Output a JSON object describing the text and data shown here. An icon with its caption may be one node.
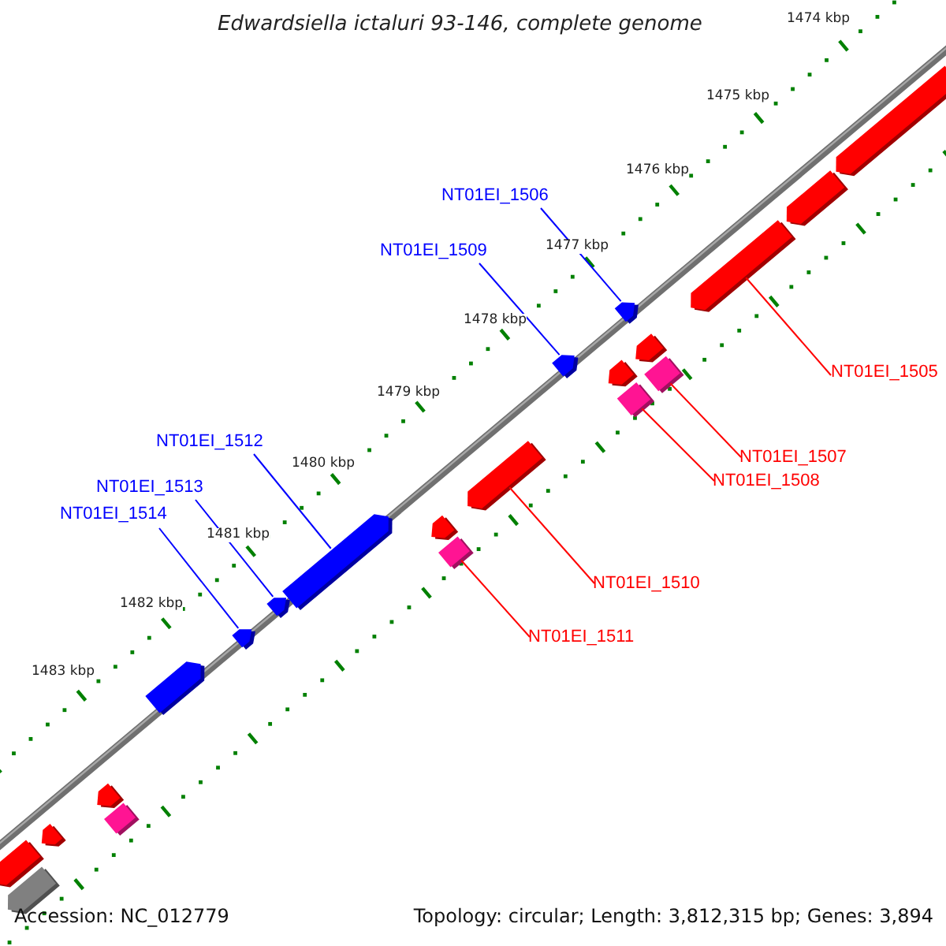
{
  "diagram": {
    "title": "Edwardsiella ictaluri 93-146, complete genome",
    "nodes": [
      {
        "text": [
          "NT01EI_1506"
        ]
      },
      {
        "text": [
          "NT01EI_1509"
        ]
      },
      {
        "text": [
          "NT01EI_1505"
        ]
      },
      {
        "text": [
          "NT01EI_1512"
        ]
      },
      {
        "text": [
          "NT01EI_1507"
        ]
      },
      {
        "text": [
          "NT01EI_1508"
        ]
      },
      {
        "text": [
          "NT01EI_1513"
        ]
      },
      {
        "text": [
          "NT01EI_1514"
        ]
      },
      {
        "text": [
          "NT01EI_1510"
        ]
      },
      {
        "text": [
          "NT01EI_1511"
        ]
      },
      {
        "text": [],
        "shape": "pentagon"
      },
      {
        "text": [],
        "shape": "pentagon"
      },
      {
        "text": [],
        "shape": "pentagon"
      },
      {
        "text": [],
        "shape": "pentagon"
      },
      {
        "text": [],
        "shape": "box"
      },
      {
        "text": [],
        "shape": "pentagon"
      },
      {
        "text": [],
        "shape": "pentagon"
      },
      {
        "text": [],
        "shape": "box"
      },
      {
        "text": [],
        "shape": "pentagon"
      },
      {
        "text": [],
        "shape": "pentagon"
      },
      {
        "text": [],
        "shape": "box"
      },
      {
        "text": [],
        "shape": "pentagon"
      },
      {
        "text": [],
        "shape": "pentagon"
      },
      {
        "text": [],
        "shape": "pentagon"
      },
      {
        "text": [],
        "shape": "pentagon"
      },
      {
        "text": [],
        "shape": "pentagon"
      },
      {
        "text": [],
        "shape": "box"
      },
      {
        "text": [],
        "shape": "pentagon"
      },
      {
        "text": [],
        "shape": "pentagon"
      },
      {
        "text": [],
        "shape": "pentagon"
      },
      {
        "text": [],
        "shape": "pentagon"
      }
    ],
    "edges": [
      {
        "from": 0,
        "to": 15,
        "arrow": "none",
        "color": "#0000ff"
      },
      {
        "from": 1,
        "to": 18,
        "arrow": "none",
        "color": "#0000ff"
      },
      {
        "from": 2,
        "to": 12,
        "arrow": "none",
        "color": "#ff0000"
      },
      {
        "from": 3,
        "to": 22,
        "arrow": "none",
        "color": "#0000ff"
      },
      {
        "from": 4,
        "to": 14,
        "arrow": "none",
        "color": "#ff0000"
      },
      {
        "from": 5,
        "to": 17,
        "arrow": "none",
        "color": "#ff0000"
      },
      {
        "from": 6,
        "to": 23,
        "arrow": "none",
        "color": "#0000ff"
      },
      {
        "from": 7,
        "to": 24,
        "arrow": "none",
        "color": "#0000ff"
      },
      {
        "from": 8,
        "to": 19,
        "arrow": "none",
        "color": "#ff0000"
      },
      {
        "from": 9,
        "to": 20,
        "arrow": "none",
        "color": "#ff0000"
      }
    ],
    "labels": [
      "1474 kbp",
      "1475 kbp",
      "1476 kbp",
      "1477 kbp",
      "1478 kbp",
      "1479 kbp",
      "1480 kbp",
      "1481 kbp",
      "1482 kbp",
      "1483 kbp",
      "Accession: NC_012779",
      "Topology: circular; Length: 3,812,315 bp; Genes: 3,894"
    ]
  }
}
